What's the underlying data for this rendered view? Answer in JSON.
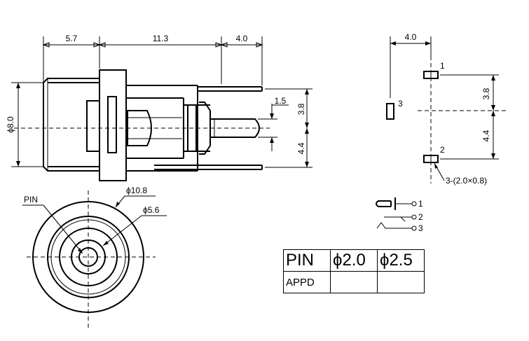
{
  "side_view": {
    "dims": {
      "d1": "5.7",
      "d2": "11.3",
      "d3": "4.0",
      "d4": "1.5",
      "d5": "3.8",
      "d6": "4.4",
      "dia": "ϕ8.0"
    }
  },
  "front_view": {
    "outer_dia": "ϕ10.8",
    "inner_dia": "ϕ5.6",
    "pin_label": "PIN"
  },
  "pcb_layout": {
    "width": "4.0",
    "pitch_top": "3.8",
    "pitch_bottom": "4.4",
    "pad1": "1",
    "pad2": "2",
    "pad3": "3",
    "pad_note": "3-(2.0×0.8)"
  },
  "schematic": {
    "t1": "1",
    "t2": "2",
    "t3": "3"
  },
  "pin_table": {
    "header": [
      "PIN",
      "ϕ2.0",
      "ϕ2.5"
    ],
    "row": [
      "APPD",
      "",
      ""
    ]
  }
}
